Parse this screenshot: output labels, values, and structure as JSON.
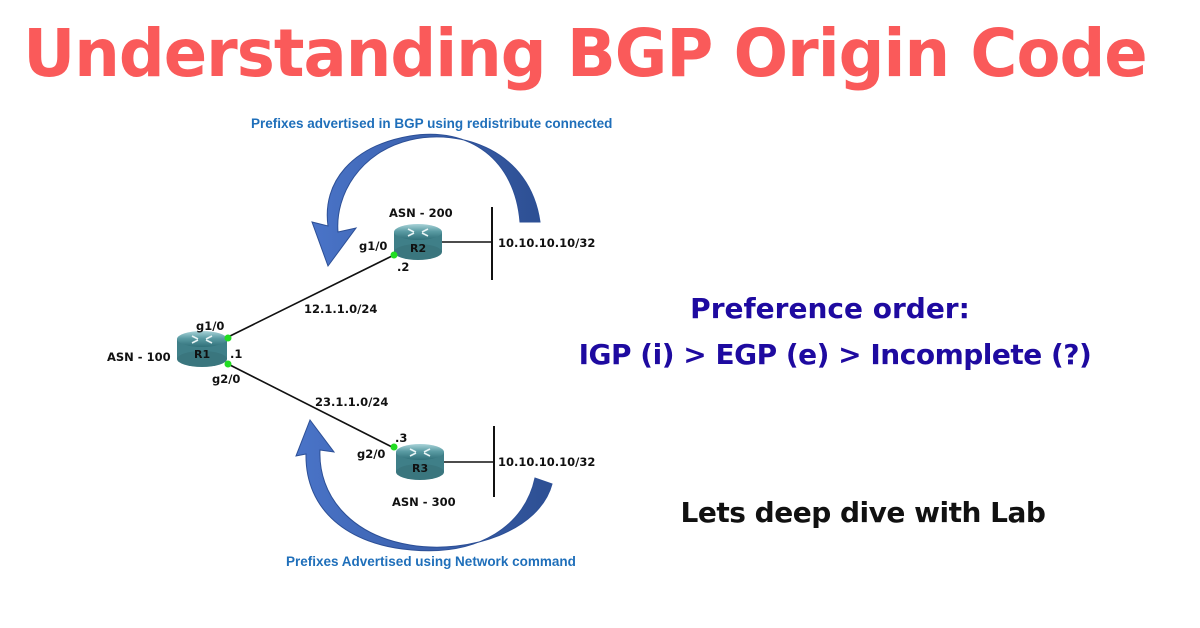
{
  "title": "Understanding BGP Origin Code",
  "diagram": {
    "top_caption": "Prefixes advertised in BGP using redistribute connected",
    "bottom_caption": "Prefixes Advertised using Network command",
    "routers": [
      {
        "name": "R1",
        "asn": "ASN - 100",
        "interfaces": [
          "g1/0",
          "g2/0"
        ],
        "host": ".1"
      },
      {
        "name": "R2",
        "asn": "ASN - 200",
        "interfaces": [
          "g1/0"
        ],
        "host": ".2",
        "prefix": "10.10.10.10/32"
      },
      {
        "name": "R3",
        "asn": "ASN - 300",
        "interfaces": [
          "g2/0"
        ],
        "host": ".3",
        "prefix": "10.10.10.10/32"
      }
    ],
    "links": [
      {
        "subnet": "12.1.1.0/24",
        "from": "R1",
        "to": "R2"
      },
      {
        "subnet": "23.1.1.0/24",
        "from": "R1",
        "to": "R3"
      }
    ],
    "colors": {
      "arrow": "#3f66b8",
      "arrow_dark": "#2c4f96",
      "port": "#22dd22",
      "router": "#4a8e96"
    }
  },
  "preference": {
    "heading": "Preference order:",
    "order": "IGP (i) > EGP (e) > Incomplete (?)"
  },
  "cta": "Lets deep dive with Lab",
  "colors": {
    "title": "#fa5a5a",
    "preference": "#1e0aa0"
  }
}
